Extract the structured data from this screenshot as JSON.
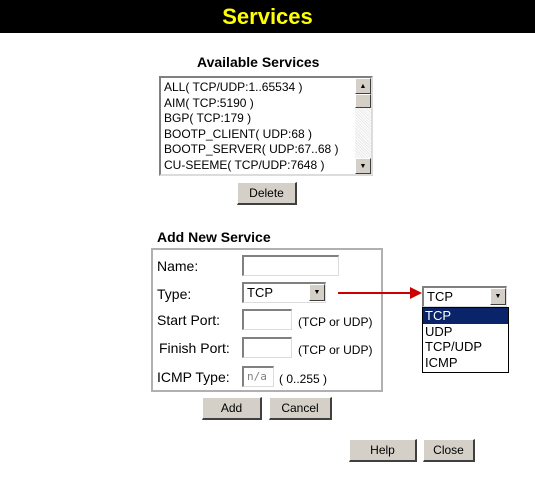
{
  "header": {
    "title": "Services"
  },
  "available_services": {
    "title": "Available Services",
    "items": [
      "ALL( TCP/UDP:1..65534 )",
      "AIM( TCP:5190 )",
      "BGP( TCP:179 )",
      "BOOTP_CLIENT( UDP:68 )",
      "BOOTP_SERVER( UDP:67..68 )",
      "CU-SEEME( TCP/UDP:7648 )"
    ],
    "delete_label": "Delete"
  },
  "add_service": {
    "title": "Add New Service",
    "name_label": "Name:",
    "name_value": "",
    "type_label": "Type:",
    "type_value": "TCP",
    "start_port_label": "Start Port:",
    "start_port_value": "",
    "start_port_hint": "(TCP or UDP)",
    "finish_port_label": "Finish Port:",
    "finish_port_value": "",
    "finish_port_hint": "(TCP or UDP)",
    "icmp_type_label": "ICMP Type:",
    "icmp_type_value": "n/a",
    "icmp_type_hint": "( 0..255 )",
    "add_label": "Add",
    "cancel_label": "Cancel"
  },
  "type_dropdown": {
    "collapsed_value": "TCP",
    "options": [
      "TCP",
      "UDP",
      "TCP/UDP",
      "ICMP"
    ],
    "selected": "TCP"
  },
  "footer": {
    "help_label": "Help",
    "close_label": "Close"
  },
  "colors": {
    "banner_bg": "#000000",
    "banner_text": "#ffff00",
    "selection_bg": "#0a246a",
    "callout_arrow": "#cc0000",
    "button_face": "#d4d0c8"
  },
  "icons": {
    "scroll_up": "triangle-up",
    "scroll_down": "triangle-down",
    "dropdown": "triangle-down"
  }
}
